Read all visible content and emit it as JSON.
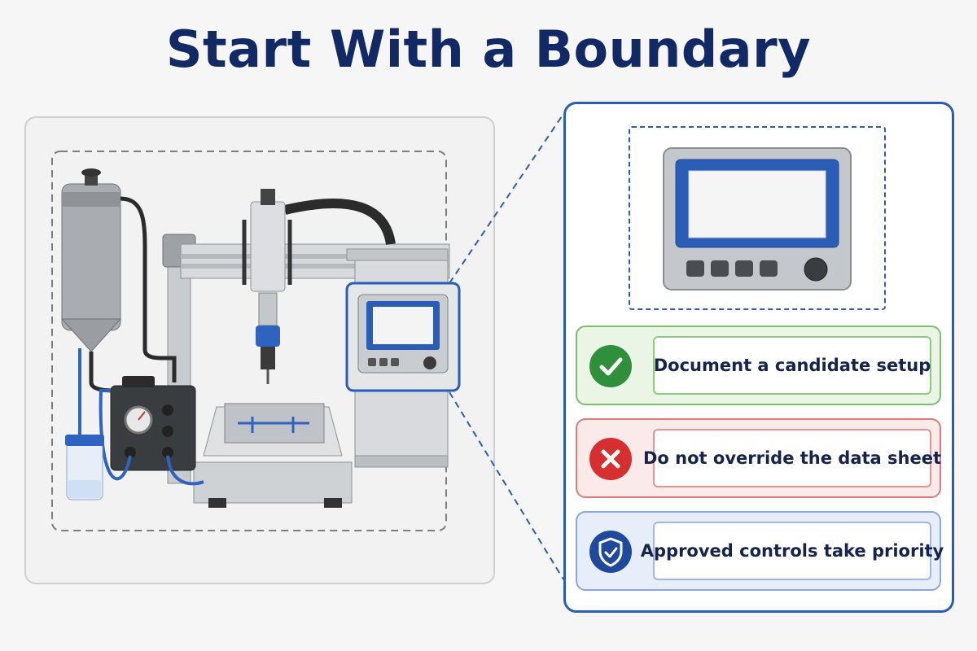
{
  "title": "Start With a Boundary",
  "rules": [
    {
      "label": "Document a candidate setup",
      "icon": "check-icon",
      "status": "allowed",
      "color": "#2f8f3a"
    },
    {
      "label": "Do not override the data sheet",
      "icon": "x-icon",
      "status": "forbidden",
      "color": "#d62f2f"
    },
    {
      "label": "Approved controls take priority",
      "icon": "shield-check-icon",
      "status": "priority",
      "color": "#1f4a9c"
    }
  ],
  "colors": {
    "title": "#112a66",
    "accent": "#2a5db5",
    "allowed_bg": "#eaf5e6",
    "forbidden_bg": "#fbeaea",
    "priority_bg": "#e7eefa"
  }
}
